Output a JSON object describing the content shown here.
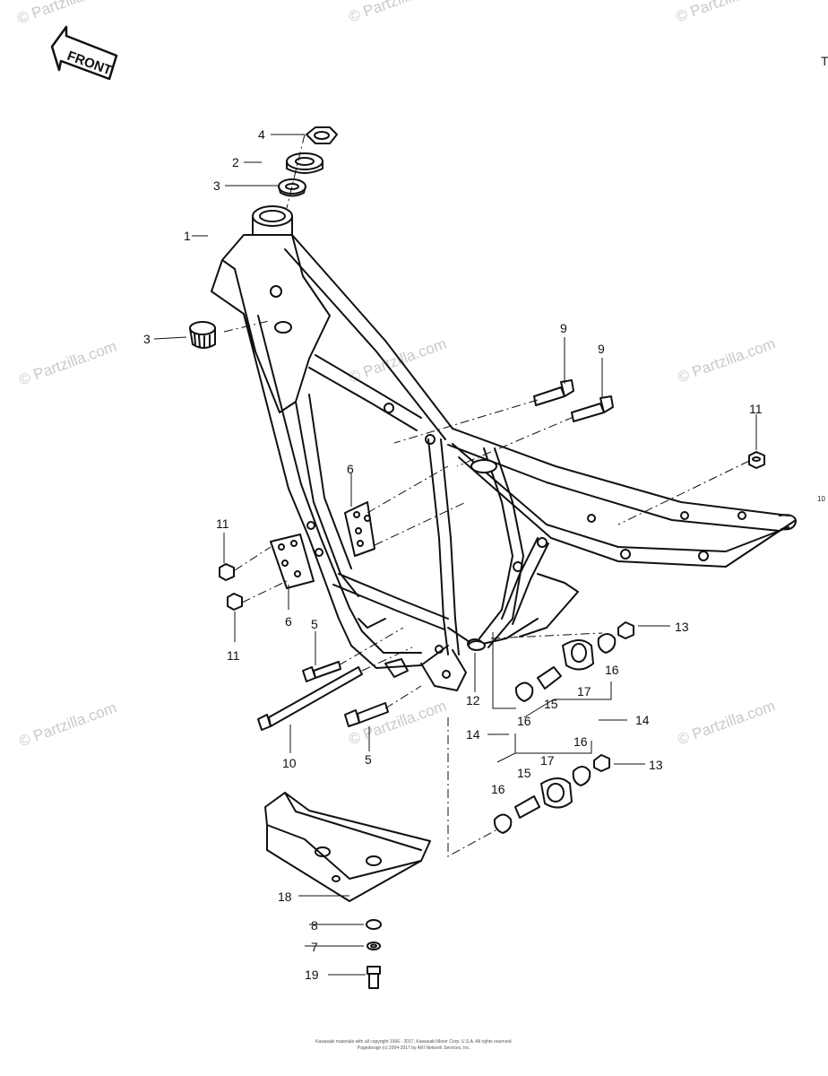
{
  "front_label": "FRONT",
  "watermark": "© Partzilla.com",
  "callouts": {
    "c1": "1",
    "c2": "2",
    "c3a": "3",
    "c3b": "3",
    "c4": "4",
    "c5a": "5",
    "c5b": "5",
    "c6a": "6",
    "c6b": "6",
    "c7": "7",
    "c8": "8",
    "c9a": "9",
    "c9b": "9",
    "c10": "10",
    "c11a": "11",
    "c11b": "11",
    "c11c": "11",
    "c12": "12",
    "c13a": "13",
    "c13b": "13",
    "c14a": "14",
    "c14b": "14",
    "c15a": "15",
    "c15b": "15",
    "c16a": "16",
    "c16b": "16",
    "c16c": "16",
    "c16d": "16",
    "c17a": "17",
    "c17b": "17",
    "c18": "18",
    "c19": "19"
  },
  "footer": {
    "line1": "Kawasaki materials with all copyright 1966 - 2017, Kawasaki Motor Corp. U.S.A. All rights reserved.",
    "line2": "Pagedesign (c) 2004-2017 by ARI Network Services, Inc."
  },
  "edge_marks": {
    "top_right": "T",
    "right": "10"
  }
}
